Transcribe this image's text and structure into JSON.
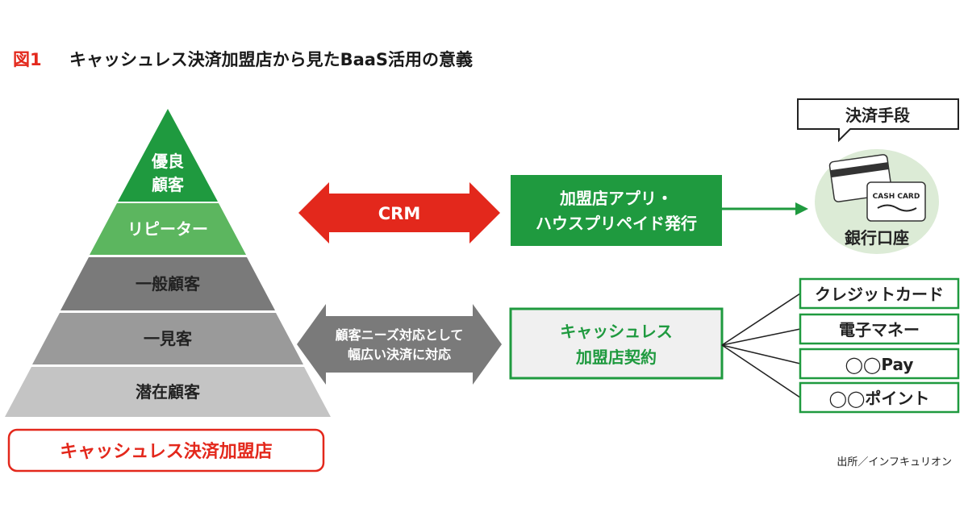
{
  "title": {
    "figure_label": "図1",
    "text": "キャッシュレス決済加盟店から見たBaaS活用の意義"
  },
  "pyramid": {
    "levels": [
      {
        "lines": [
          "優良",
          "顧客"
        ]
      },
      {
        "lines": [
          "リピーター"
        ]
      },
      {
        "lines": [
          "一般顧客"
        ]
      },
      {
        "lines": [
          "一見客"
        ]
      },
      {
        "lines": [
          "潜在顧客"
        ]
      }
    ],
    "base_label": "キャッシュレス決済加盟店"
  },
  "arrows": {
    "crm": {
      "label": "CRM"
    },
    "needs": {
      "lines": [
        "顧客ニーズ対応として",
        "幅広い決済に対応"
      ]
    }
  },
  "boxes": {
    "app": {
      "lines": [
        "加盟店アプリ・",
        "ハウスプリペイド発行"
      ]
    },
    "contract": {
      "lines": [
        "キャッシュレス",
        "加盟店契約"
      ]
    }
  },
  "bank": {
    "bubble": "決済手段",
    "card_label": "CASH CARD",
    "label": "銀行口座"
  },
  "payment_methods": [
    "クレジットカード",
    "電子マネー",
    "◯◯Pay",
    "◯◯ポイント"
  ],
  "source": "出所／インフキュリオン",
  "colors": {
    "red": "#e3281c",
    "green_dark": "#1f9a3f",
    "green_mid": "#5cb65f",
    "gray_dark": "#7a7a7a",
    "gray_mid": "#9a9a9a",
    "gray_light": "#c4c4c4",
    "bank_circle": "#dcebd6"
  }
}
